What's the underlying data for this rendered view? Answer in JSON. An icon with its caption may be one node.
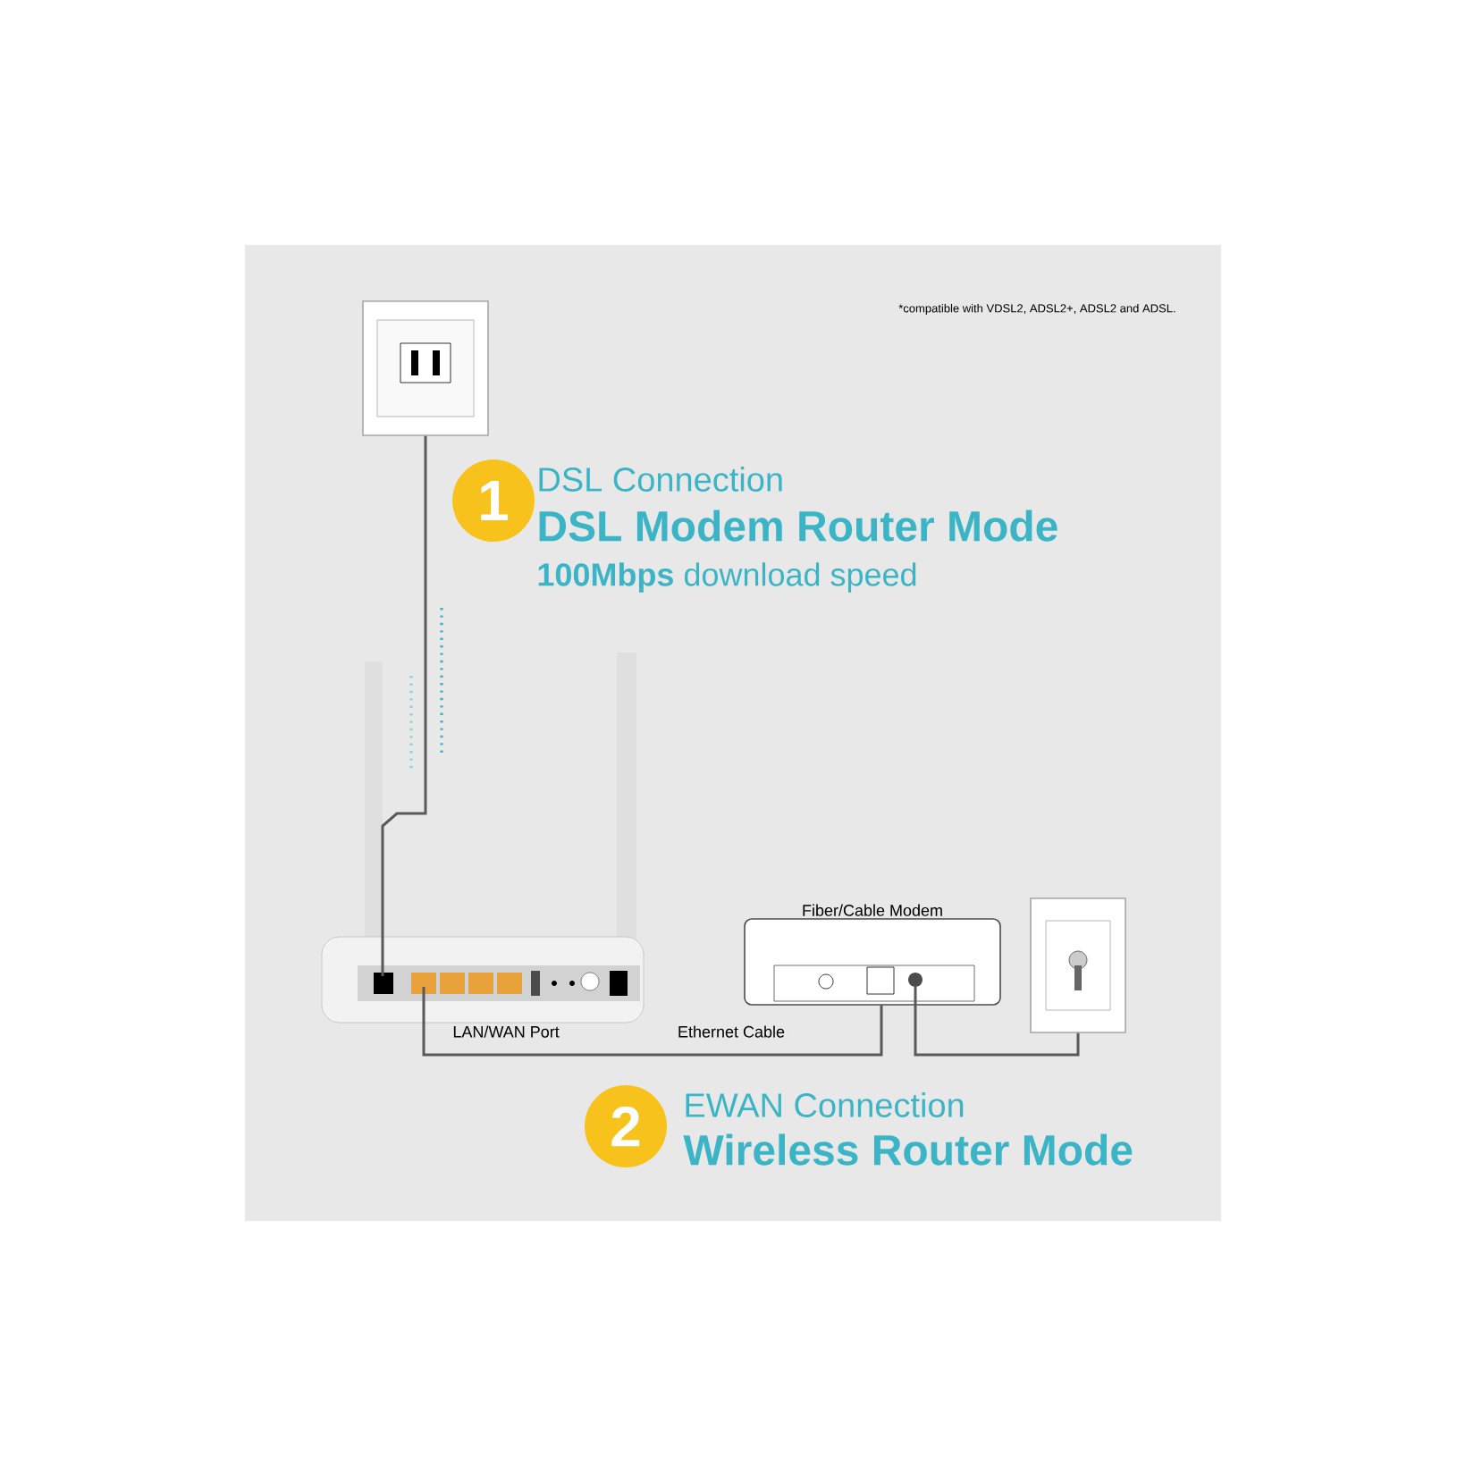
{
  "diagram": {
    "nodes": [
      {
        "text": [],
        "shape": "picture"
      },
      {
        "text": [],
        "shape": "picture",
        "beside": [
          "LAN/WAN Port"
        ]
      },
      {
        "text": [
          "Fiber/Cable Modem"
        ]
      },
      {
        "text": [],
        "shape": "picture"
      }
    ],
    "edges": [
      {
        "from": 0,
        "to": 1,
        "arrow": "none"
      },
      {
        "from": 1,
        "to": 2,
        "arrow": "none",
        "label": "Ethernet Cable"
      },
      {
        "from": 2,
        "to": 3,
        "arrow": "none"
      }
    ],
    "labels": [
      "*compatible with VDSL2, ADSL2+, ADSL2 and ADSL.",
      "1",
      "DSL Connection",
      "DSL Modem Router Mode",
      "**100Mbps** download speed",
      "2",
      "EWAN Connection",
      "Wireless Router Mode"
    ]
  }
}
